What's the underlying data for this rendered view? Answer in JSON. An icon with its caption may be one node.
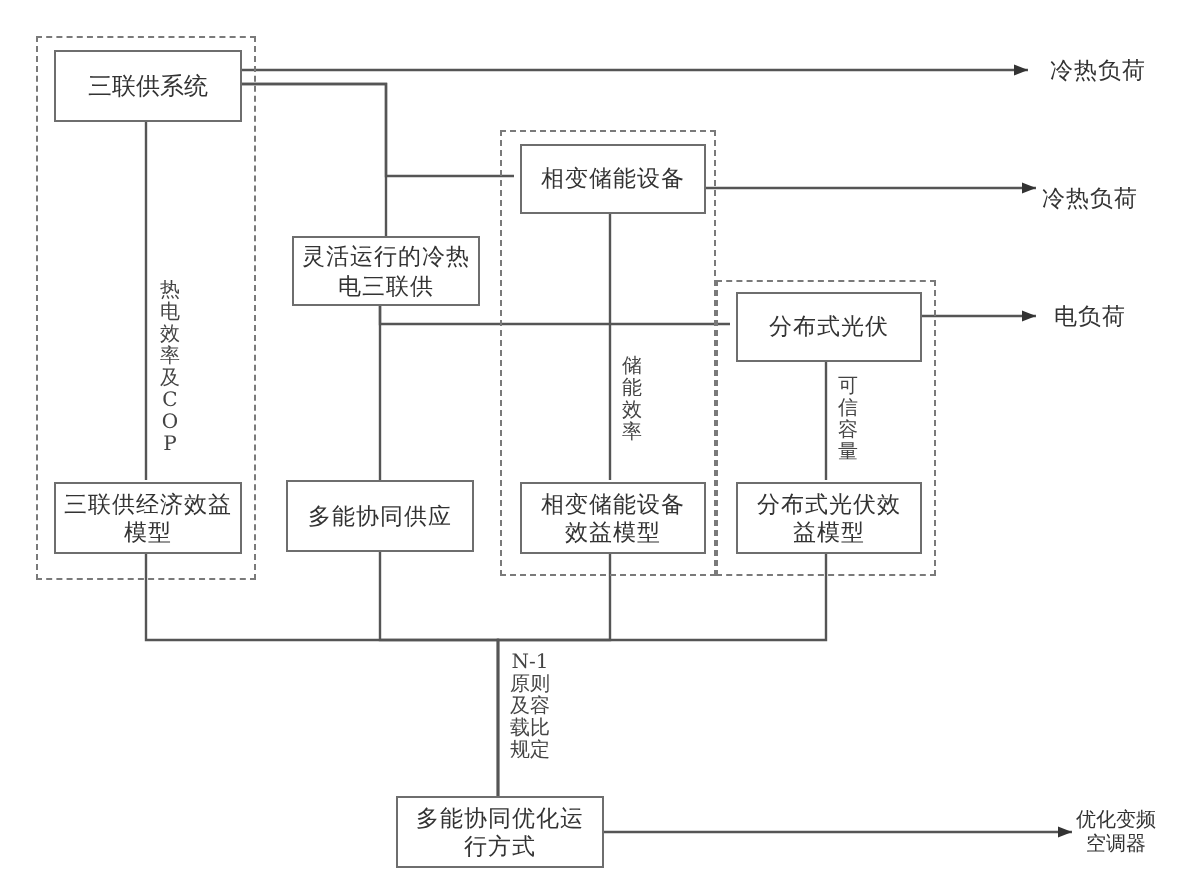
{
  "diagram": {
    "nodes": [
      {
        "text": [],
        "shape": "box"
      },
      {
        "text": [
          "三联供系统"
        ],
        "in": 0
      },
      {
        "text": [
          "三联供经济效益模型"
        ],
        "in": 0
      },
      {
        "text": [
          "灵活运行的冷热电三联供"
        ]
      },
      {
        "text": [
          "多能协同供应"
        ]
      },
      {
        "text": [],
        "shape": "box"
      },
      {
        "text": [
          "相变储能设备"
        ],
        "in": 5
      },
      {
        "text": [
          "相变储能设备效益模型"
        ],
        "in": 5
      },
      {
        "text": [],
        "shape": "box"
      },
      {
        "text": [
          "分布式光伏"
        ],
        "in": 8
      },
      {
        "text": [
          "分布式光伏效益模型"
        ],
        "in": 8
      },
      {
        "text": [
          "多能协同优化运行方式"
        ]
      },
      {
        "text": [
          "冷热负荷"
        ]
      },
      {
        "text": [
          "冷热负荷"
        ]
      },
      {
        "text": [
          "电负荷"
        ]
      },
      {
        "text": [
          "优化变频空调器"
        ]
      }
    ],
    "edges": [
      {
        "from": 1,
        "to": 12,
        "arrow": "to"
      },
      {
        "from": 1,
        "to": 3,
        "arrow": "none"
      },
      {
        "from": 1,
        "to": 6,
        "arrow": "none"
      },
      {
        "from": 6,
        "to": 13,
        "arrow": "to"
      },
      {
        "from": 9,
        "to": 14,
        "arrow": "to"
      },
      {
        "from": 1,
        "to": 2,
        "arrow": "none",
        "label": "热电效率及COP"
      },
      {
        "from": 6,
        "to": 7,
        "arrow": "none",
        "label": "储能效率"
      },
      {
        "from": 9,
        "to": 10,
        "arrow": "none",
        "label": "可信容量"
      },
      {
        "from": 3,
        "to": 4,
        "arrow": "none"
      },
      {
        "from": 3,
        "to": 9,
        "arrow": "none"
      },
      {
        "from": 2,
        "to": 11,
        "arrow": "none",
        "label": "N-1原则及容载比规定"
      },
      {
        "from": 4,
        "to": 11,
        "arrow": "none"
      },
      {
        "from": 7,
        "to": 11,
        "arrow": "none"
      },
      {
        "from": 10,
        "to": 11,
        "arrow": "none"
      },
      {
        "from": 11,
        "to": 15,
        "arrow": "to"
      }
    ]
  }
}
